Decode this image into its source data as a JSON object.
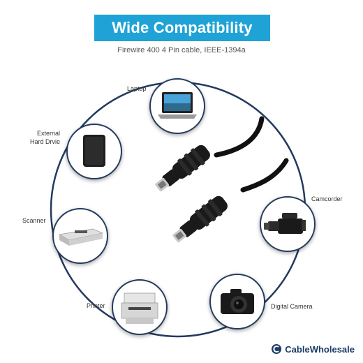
{
  "header": {
    "title": "Wide Compatibility",
    "subtitle": "Firewire 400 4 Pin cable, IEEE-1394a"
  },
  "devices": {
    "laptop": "Laptop",
    "hard_drive": "External\nHard Drvie",
    "scanner": "Scanner",
    "printer": "Printer",
    "digital_camera": "Digital Camera",
    "camcorder": "Camcorder"
  },
  "brand": {
    "name": "CableWholesale"
  },
  "colors": {
    "banner": "#1fa3d6",
    "ring": "#243a5e",
    "brand": "#1b3a66"
  }
}
